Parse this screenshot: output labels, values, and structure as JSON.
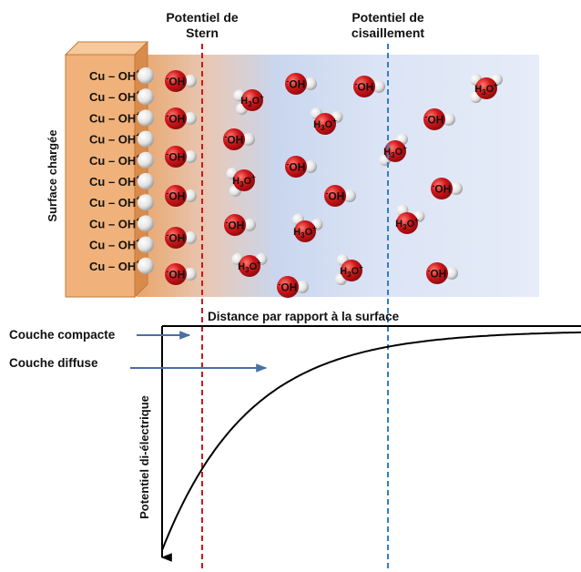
{
  "labels": {
    "stern": [
      "Potentiel de",
      "Stern"
    ],
    "shear": [
      "Potentiel de",
      "cisaillement"
    ],
    "surface": "Surface chargée",
    "distance": "Distance par rapport à la surface",
    "compact": "Couche compacte",
    "diffuse": "Couche diffuse",
    "potential": "Potentiel di-électrique"
  },
  "surface_groups": [
    "Cu – OH",
    "Cu – OH",
    "Cu – OH",
    "Cu – OH",
    "Cu – OH",
    "Cu – OH",
    "Cu – OH",
    "Cu – OH",
    "Cu – OH",
    "Cu – OH"
  ],
  "surface_charge": "+",
  "ions": {
    "hydroxide": "OH",
    "hydroxide_charge": "-",
    "hydronium_base": "H",
    "hydronium_sub": "3",
    "hydronium_o": "O",
    "hydronium_charge": "+"
  },
  "colors": {
    "slab": "#f0b27a",
    "slab_top": "#f6c99c",
    "oxygen": "#d0161a",
    "hydrogen": "#e6e6e6",
    "stern_line": "#d0161a",
    "shear_line": "#2f7fc4",
    "arrow": "#4a6fa5",
    "curve": "#000000"
  }
}
